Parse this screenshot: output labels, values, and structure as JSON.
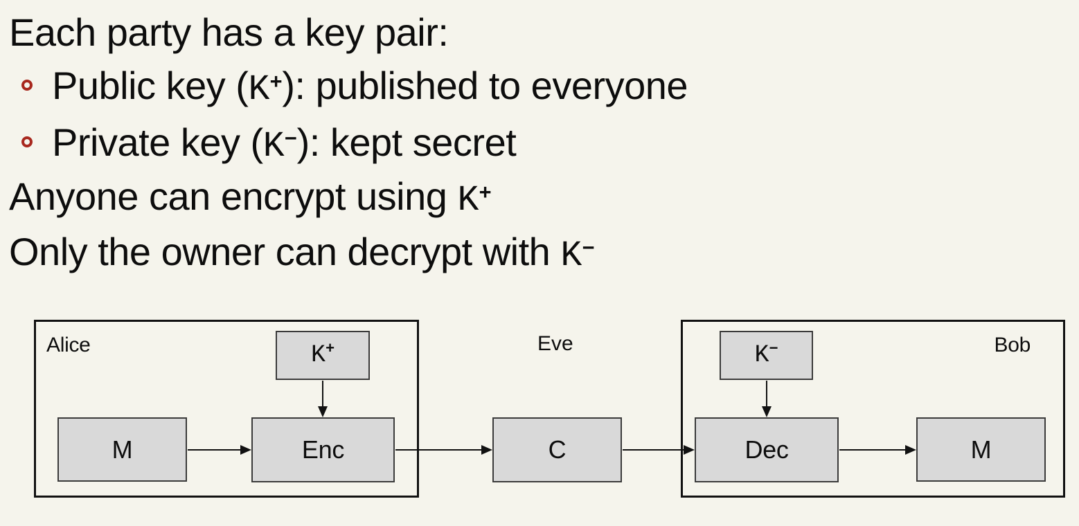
{
  "colors": {
    "page-bg": "#f5f4ec",
    "text": "#0d0d0d",
    "bullet": "#a8281e",
    "box-fill": "#d9d9d9",
    "box-border": "#3a3a3a",
    "frame-border": "#111111"
  },
  "text_block": {
    "heading": "Each party has a key pair:",
    "bullets": [
      {
        "pre": "Public key (",
        "key": "K",
        "sup": "+",
        "post": "): published to everyone"
      },
      {
        "pre": "Private key (",
        "key": "K",
        "sup": "−",
        "post": "): kept secret"
      }
    ],
    "line_encrypt": {
      "pre": "Anyone can encrypt using ",
      "key": "K",
      "sup": "+",
      "post": ""
    },
    "line_decrypt": {
      "pre": "Only the owner can decrypt with ",
      "key": "K",
      "sup": "−",
      "post": ""
    }
  },
  "diagram": {
    "alice": {
      "label": "Alice"
    },
    "eve": {
      "label": "Eve"
    },
    "bob": {
      "label": "Bob"
    },
    "boxes": {
      "message_in": "M",
      "encrypt": "Enc",
      "public_key": {
        "key": "K",
        "sup": "+"
      },
      "ciphertext": "C",
      "private_key": {
        "key": "K",
        "sup": "−"
      },
      "decrypt": "Dec",
      "message_out": "M"
    }
  }
}
